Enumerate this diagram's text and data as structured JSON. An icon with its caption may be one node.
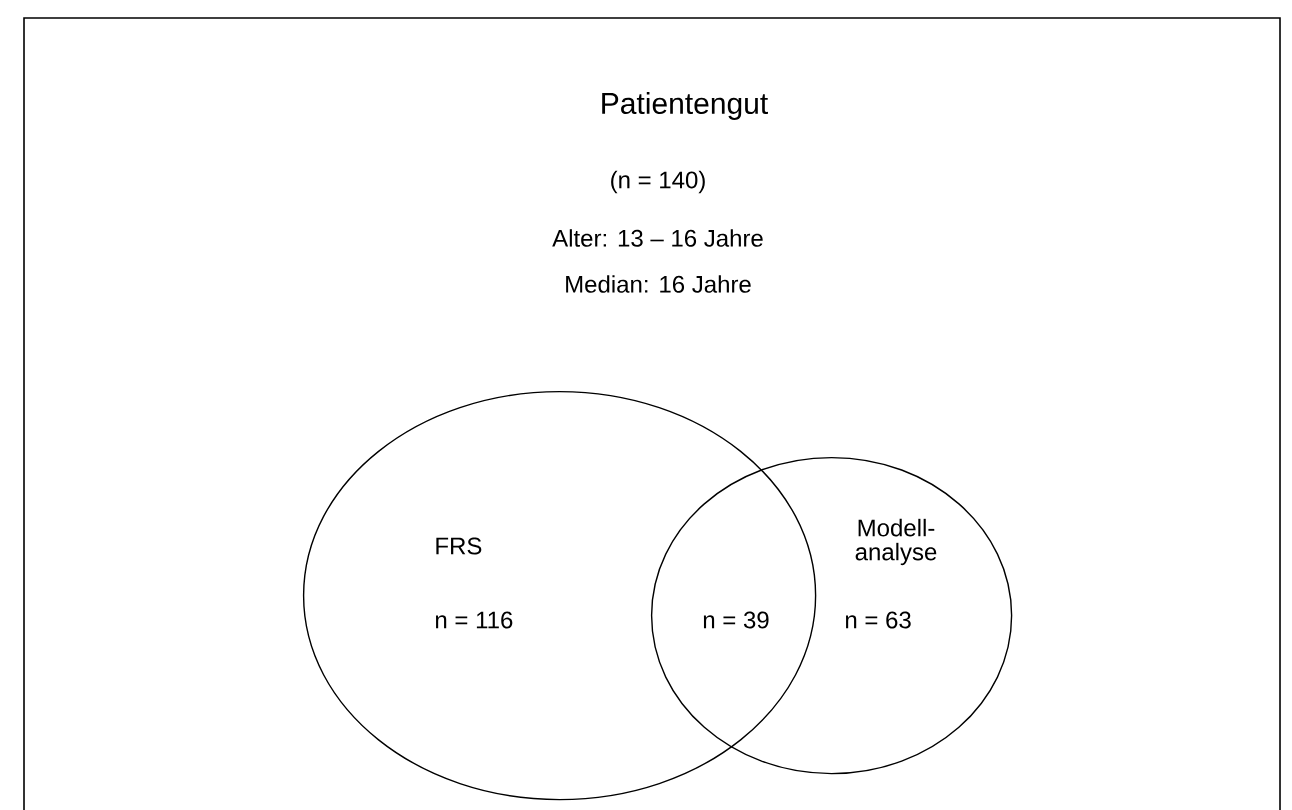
{
  "diagram": {
    "nodes": [
      {
        "text": [
          "Patientengut",
          "(n = 140)",
          "Alter: 13 – 16 Jahre",
          "Median: 16 Jahre"
        ]
      },
      {
        "text": [
          "FRS",
          "n = 116"
        ],
        "in": 0
      },
      {
        "text": [
          "Modell- analyse",
          "n = 63"
        ],
        "in": 0
      }
    ],
    "labels": [
      "n = 39"
    ]
  }
}
